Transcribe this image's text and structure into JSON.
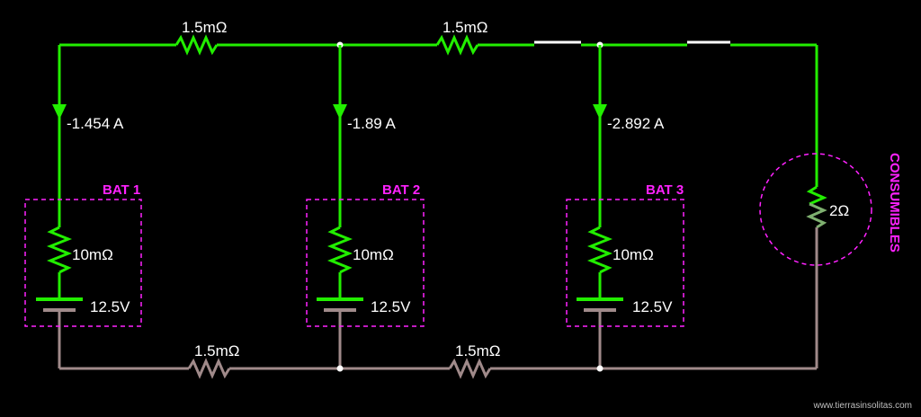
{
  "colors": {
    "positive_wire": "#22ee00",
    "negative_wire": "#a08a8a",
    "group_outline": "#ff22ff",
    "switch": "#ffffff",
    "background": "#000000"
  },
  "top_resistor_1": "1.5mΩ",
  "top_resistor_2": "1.5mΩ",
  "bottom_resistor_1": "1.5mΩ",
  "bottom_resistor_2": "1.5mΩ",
  "batteries": [
    {
      "name": "BAT 1",
      "current": "-1.454 A",
      "internal_resistance": "10mΩ",
      "voltage": "12.5V"
    },
    {
      "name": "BAT 2",
      "current": "-1.89 A",
      "internal_resistance": "10mΩ",
      "voltage": "12.5V"
    },
    {
      "name": "BAT 3",
      "current": "-2.892 A",
      "internal_resistance": "10mΩ",
      "voltage": "12.5V"
    }
  ],
  "load": {
    "name": "CONSUMIBLES",
    "resistance": "2Ω",
    "icon": "variable-resistor-icon"
  },
  "credit": "www.tierrasinsolitas.com"
}
